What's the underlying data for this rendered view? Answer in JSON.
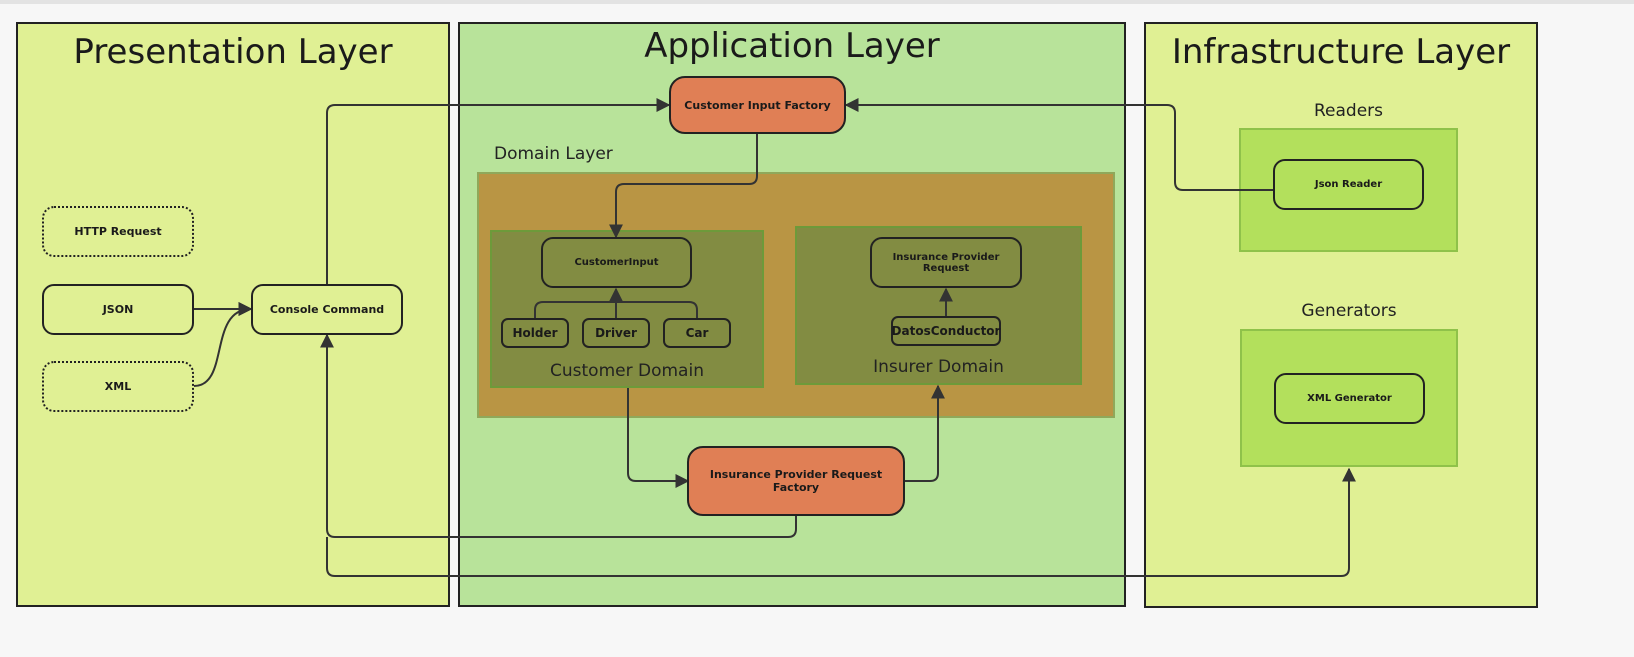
{
  "layers": {
    "presentation": {
      "title": "Presentation Layer"
    },
    "application": {
      "title": "Application Layer"
    },
    "infrastructure": {
      "title": "Infrastructure Layer"
    }
  },
  "presentation_nodes": {
    "http_request": "HTTP Request",
    "json": "JSON",
    "xml": "XML",
    "console_command": "Console Command"
  },
  "application": {
    "customer_input_factory": "Customer Input Factory",
    "insurance_provider_request_factory": "Insurance Provider Request Factory",
    "domain_layer": {
      "title": "Domain Layer",
      "customer_domain": {
        "title": "Customer Domain",
        "customer_input": "CustomerInput",
        "holder": "Holder",
        "driver": "Driver",
        "car": "Car"
      },
      "insurer_domain": {
        "title": "Insurer Domain",
        "insurance_provider_request": "Insurance Provider Request",
        "datos_conductor": "DatosConductor"
      }
    }
  },
  "infrastructure": {
    "readers": {
      "title": "Readers",
      "json_reader": "Json Reader"
    },
    "generators": {
      "title": "Generators",
      "xml_generator": "XML Generator"
    }
  },
  "colors": {
    "presentation_bg": "#e0f094",
    "application_bg": "#b8e39a",
    "infrastructure_bg": "#e0f094",
    "domain_bg": "#b99544",
    "subdomain_bg": "#828c42",
    "factory_bg": "#e07f55",
    "infra_group_bg": "#b3e05c"
  }
}
